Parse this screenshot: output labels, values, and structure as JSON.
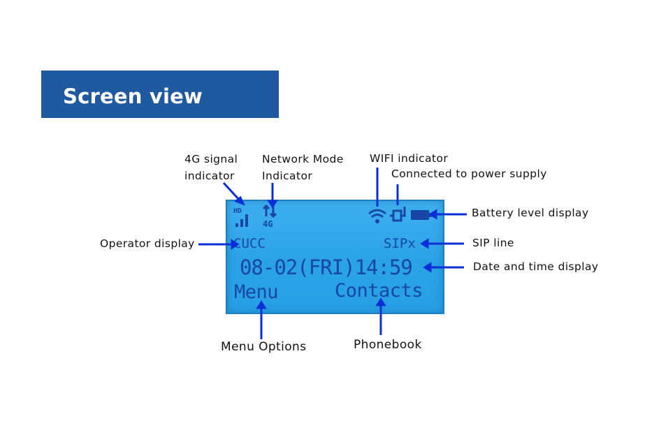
{
  "header": {
    "title": "Screen view"
  },
  "callouts": {
    "signal_4g": "4G signal indicator",
    "network_mode": "Network Mode Indicator",
    "wifi": "WIFI indicator",
    "power": "Connected to power supply",
    "battery": "Battery level display",
    "operator": "Operator display",
    "sip_line": "SIP line",
    "date_time": "Date and time display",
    "menu_options": "Menu Options",
    "phonebook": "Phonebook"
  },
  "screen": {
    "hd_badge": "HD",
    "network_mode_label": "4G",
    "operator": "CUCC",
    "sip": "SIPx",
    "datetime": "08-02(FRI)14:59",
    "softkey_left": "Menu",
    "softkey_right": "Contacts"
  },
  "colors": {
    "banner": "#1f5aa0",
    "lcd_background": "#2aa2e6",
    "lcd_foreground": "#1746a6",
    "callout_line": "#0a2fd6"
  },
  "icons": [
    "signal-bars-icon",
    "network-mode-arrows-icon",
    "wifi-icon",
    "power-plug-icon",
    "battery-icon"
  ]
}
